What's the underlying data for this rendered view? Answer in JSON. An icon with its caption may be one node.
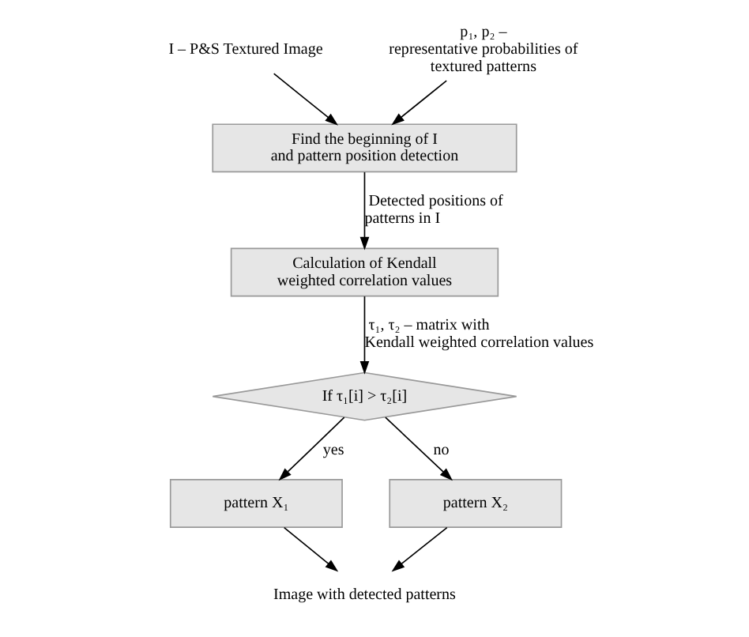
{
  "diagram": {
    "nodes": [
      {
        "text": [
          "I – P&S Textured Image"
        ]
      },
      {
        "text": [
          "p₁, p₂ – representative probabilities of textured patterns"
        ]
      },
      {
        "text": [
          "Find the beginning of I and pattern position detection"
        ]
      },
      {
        "text": [
          "Calculation of Kendall weighted correlation values"
        ]
      },
      {
        "text": [
          "If τ₁[i] > τ₂[i]"
        ]
      },
      {
        "text": [
          "pattern X₁"
        ]
      },
      {
        "text": [
          "pattern X₂"
        ]
      },
      {
        "text": [
          "Image with detected patterns"
        ]
      }
    ],
    "edges": [
      {
        "from": 0,
        "to": 2,
        "arrow": "to"
      },
      {
        "from": 1,
        "to": 2,
        "arrow": "to"
      },
      {
        "from": 2,
        "to": 3,
        "arrow": "to",
        "label": "Detected positions of patterns in I"
      },
      {
        "from": 3,
        "to": 4,
        "arrow": "to",
        "label": "τ₁, τ₂ – matrix with Kendall weighted correlation values"
      },
      {
        "from": 4,
        "to": 5,
        "arrow": "to",
        "label": "yes"
      },
      {
        "from": 4,
        "to": 6,
        "arrow": "to",
        "label": "no"
      },
      {
        "from": 5,
        "to": 7,
        "arrow": "to"
      },
      {
        "from": 6,
        "to": 7,
        "arrow": "to"
      }
    ]
  }
}
